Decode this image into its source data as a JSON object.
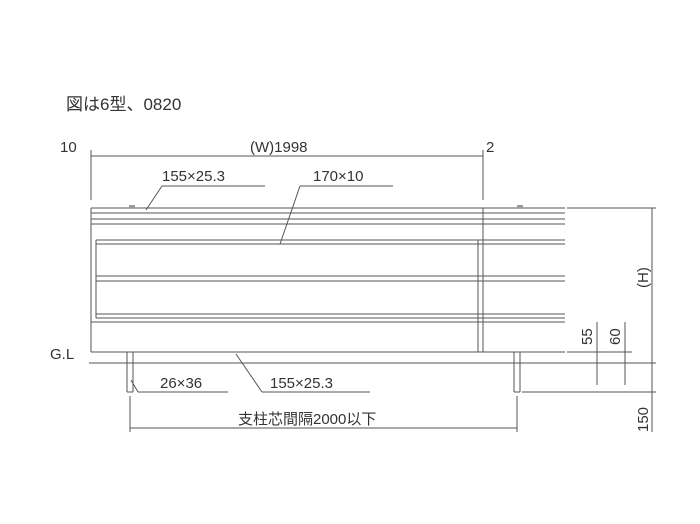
{
  "title": "図は6型、0820",
  "dimensions": {
    "left_offset": "10",
    "width": "(W)1998",
    "right_offset": "2",
    "top_rail": "155×25.3",
    "slat": "170×10",
    "bottom_rail": "155×25.3",
    "post": "26×36",
    "post_spacing": "支柱芯間隔2000以下",
    "height": "(H)",
    "dim_55": "55",
    "dim_60": "60",
    "embed_depth": "150"
  },
  "ground_label": "G.L",
  "colors": {
    "line": "#555555",
    "text": "#333333"
  }
}
